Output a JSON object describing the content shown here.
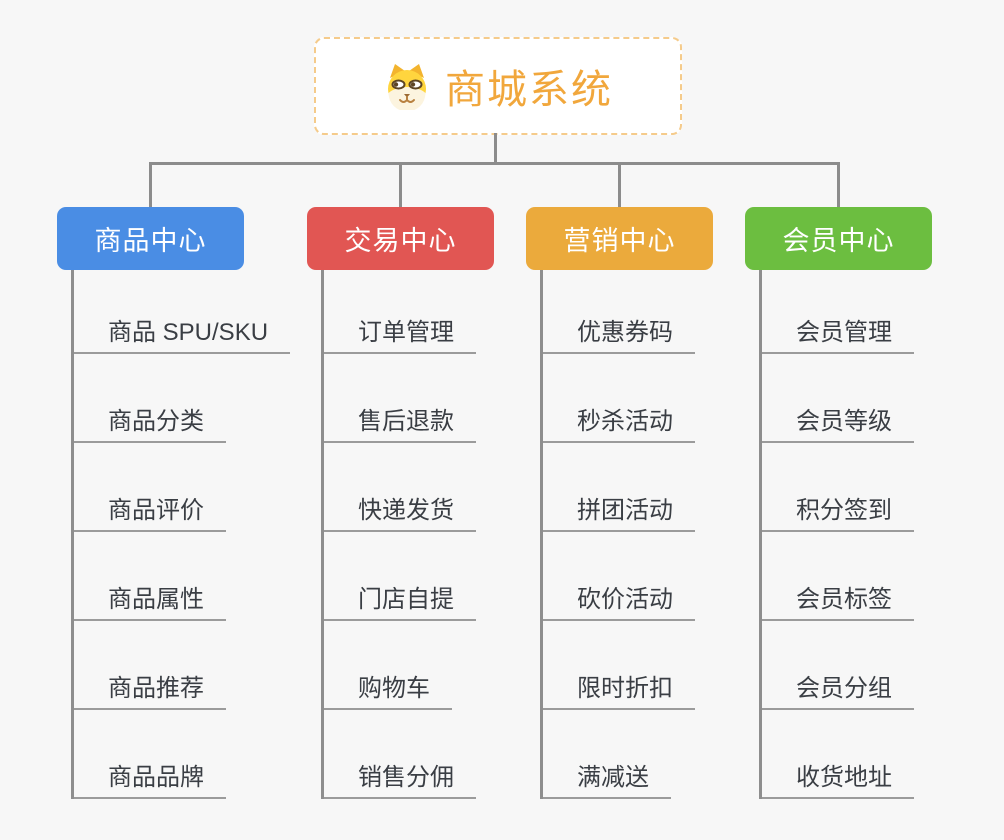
{
  "root": {
    "title": "商城系统",
    "icon": "dog-face-icon",
    "text_color": "#f1a73c",
    "border_color": "#f5cb8b",
    "background": "#ffffff"
  },
  "connector_color": "#8c8c8c",
  "leaf_underline_color": "#9b9b9b",
  "leaf_text_color": "#3a3e44",
  "canvas_background": "#f7f7f7",
  "branches": [
    {
      "label": "商品中心",
      "color": "#4a8de4",
      "children": [
        "商品 SPU/SKU",
        "商品分类",
        "商品评价",
        "商品属性",
        "商品推荐",
        "商品品牌"
      ]
    },
    {
      "label": "交易中心",
      "color": "#e15653",
      "children": [
        "订单管理",
        "售后退款",
        "快递发货",
        "门店自提",
        "购物车",
        "销售分佣"
      ]
    },
    {
      "label": "营销中心",
      "color": "#ebaa3c",
      "children": [
        "优惠券码",
        "秒杀活动",
        "拼团活动",
        "砍价活动",
        "限时折扣",
        "满减送"
      ]
    },
    {
      "label": "会员中心",
      "color": "#6cbe40",
      "children": [
        "会员管理",
        "会员等级",
        "积分签到",
        "会员标签",
        "会员分组",
        "收货地址"
      ]
    }
  ]
}
